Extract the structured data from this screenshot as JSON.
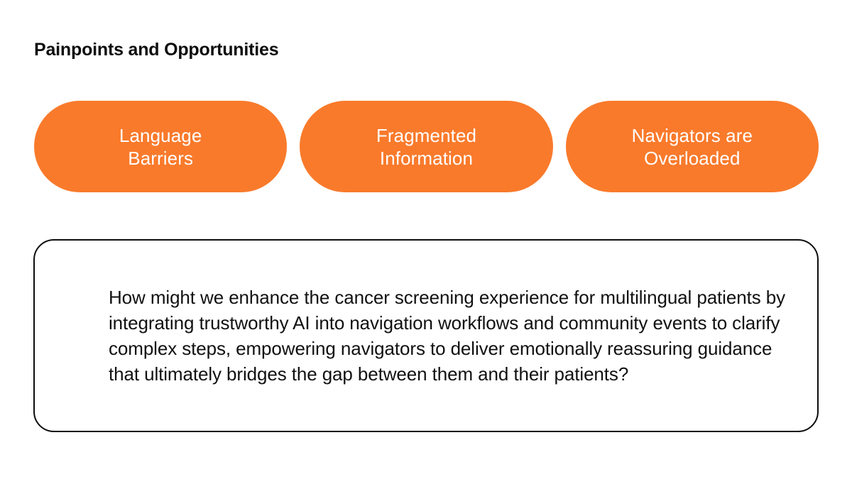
{
  "slide": {
    "title": "Painpoints and Opportunities",
    "background_color": "#ffffff",
    "accent_color": "#f97a2b",
    "text_color": "#0d0d0d"
  },
  "painpoints": {
    "items": [
      {
        "label": "Language\nBarriers"
      },
      {
        "label": "Fragmented\nInformation"
      },
      {
        "label": "Navigators are\nOverloaded"
      }
    ]
  },
  "hmw": {
    "statement": "How might we enhance the cancer screening experience for multilingual patients by integrating trustworthy AI into navigation workflows and community events to clarify complex steps, empowering navigators to deliver emotionally reassuring guidance that ultimately bridges the gap between them and their patients?"
  }
}
